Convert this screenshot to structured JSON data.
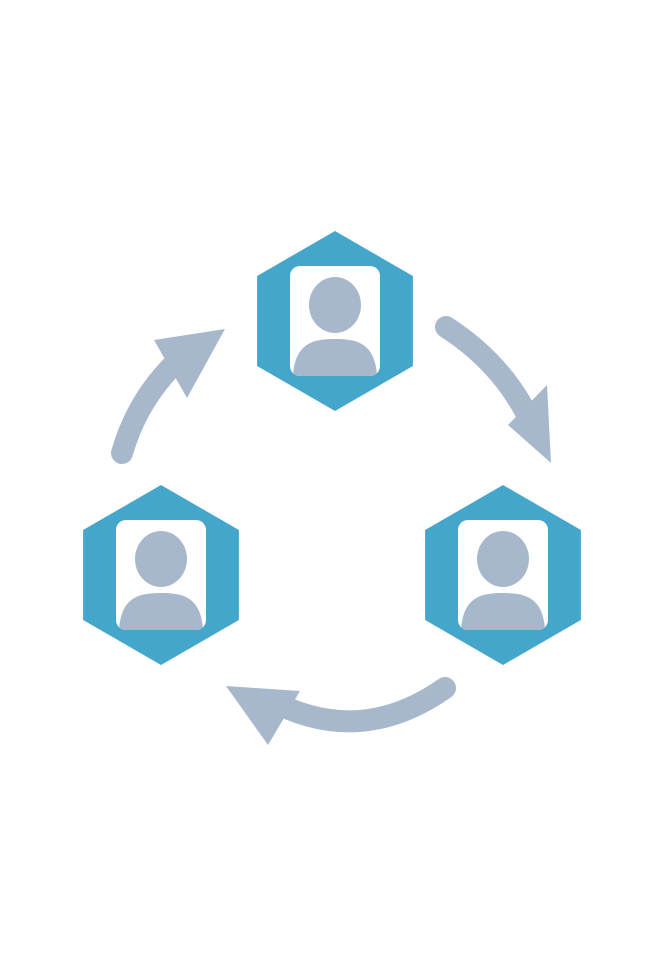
{
  "colors": {
    "background": "#ffffff",
    "hexagon": "#44a6cb",
    "hexagon_inner": "#ffffff",
    "person": "#a8b8cc",
    "arrow": "#a8b8cc"
  },
  "nodes": [
    {
      "id": "top",
      "icon": "user-icon"
    },
    {
      "id": "right",
      "icon": "user-icon"
    },
    {
      "id": "left",
      "icon": "user-icon"
    }
  ],
  "arrows": [
    {
      "from": "top",
      "to": "right",
      "icon": "curved-arrow-icon"
    },
    {
      "from": "right",
      "to": "left",
      "icon": "curved-arrow-icon"
    },
    {
      "from": "left",
      "to": "top",
      "icon": "curved-arrow-icon"
    }
  ]
}
